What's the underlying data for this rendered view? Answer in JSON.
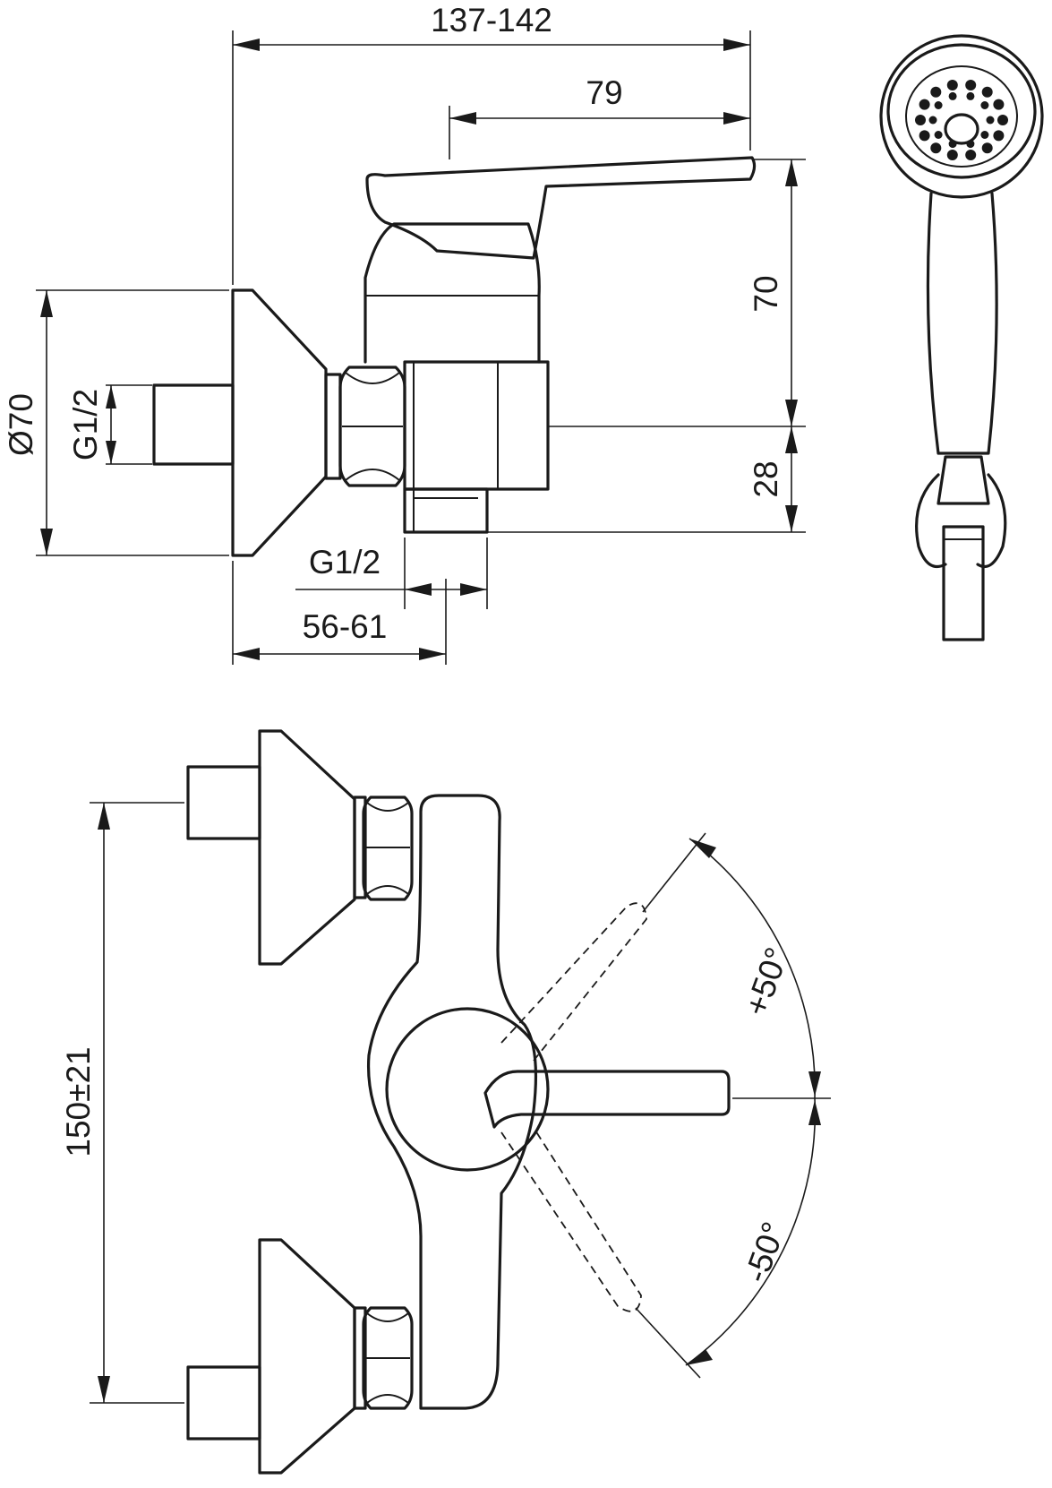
{
  "dimensions": {
    "overall_depth": "137-142",
    "lever_depth": "79",
    "lever_height": "70",
    "outlet_height": "28",
    "flange_diameter": "Ø70",
    "inlet_thread": "G1/2",
    "outlet_thread": "G1/2",
    "wall_to_outlet": "56-61",
    "inlet_spacing": "150±21",
    "rotation_up": "+50°",
    "rotation_down": "-50°"
  }
}
